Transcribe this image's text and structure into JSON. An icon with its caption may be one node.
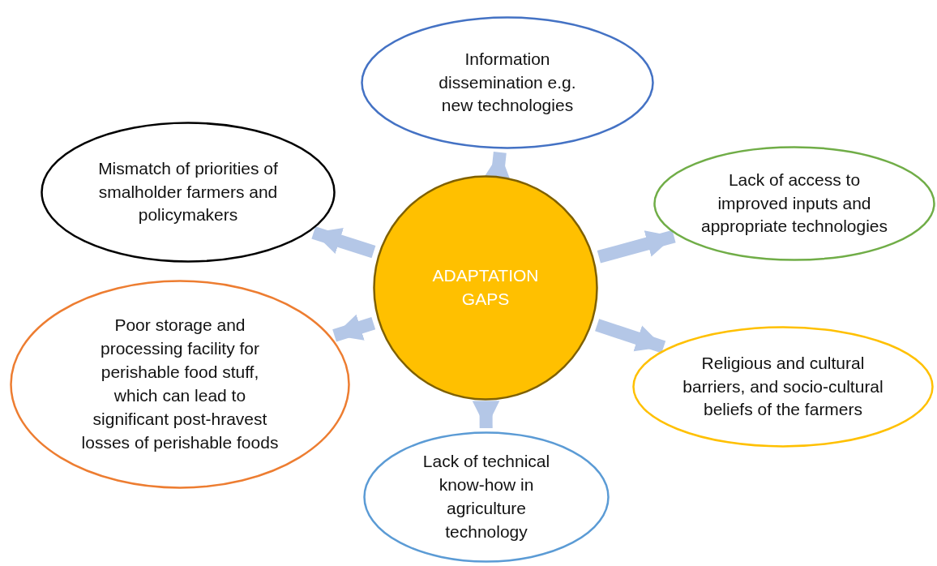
{
  "diagram": {
    "nodes": [
      {
        "text": [
          "ADAPTATION GAPS"
        ]
      },
      {
        "text": [
          "Information dissemination e.g. new technologies"
        ]
      },
      {
        "text": [
          "Mismatch of priorities of smalholder farmers and policymakers"
        ]
      },
      {
        "text": [
          "Lack of access to improved inputs and appropriate technologies"
        ]
      },
      {
        "text": [
          "Poor storage and processing facility for perishable food stuff, which can lead to significant post-hravest losses of perishable foods"
        ]
      },
      {
        "text": [
          "Religious and cultural barriers, and socio-cultural beliefs of the farmers"
        ]
      },
      {
        "text": [
          "Lack of technical know-how in agriculture technology"
        ]
      }
    ],
    "edges": [
      {
        "from": 0,
        "to": 1,
        "arrow": "to"
      },
      {
        "from": 0,
        "to": 2,
        "arrow": "to"
      },
      {
        "from": 0,
        "to": 3,
        "arrow": "to"
      },
      {
        "from": 0,
        "to": 4,
        "arrow": "to"
      },
      {
        "from": 0,
        "to": 5,
        "arrow": "to"
      },
      {
        "from": 0,
        "to": 6,
        "arrow": "to"
      }
    ]
  }
}
